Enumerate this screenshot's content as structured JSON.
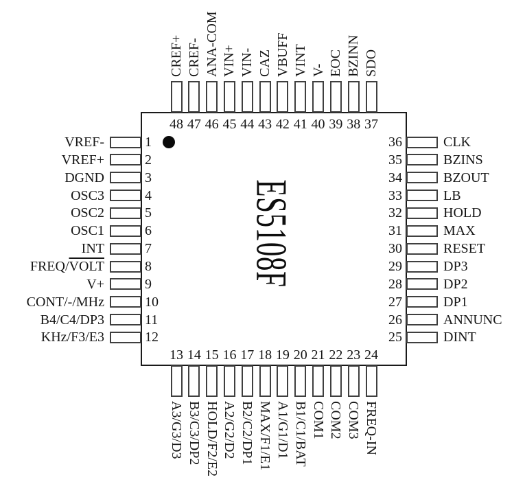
{
  "chip": {
    "name": "ES5108F"
  },
  "pin1_marker": "filled-dot",
  "colors": {
    "ink": "#161616",
    "background": "#ffffff"
  },
  "pins": {
    "top": [
      {
        "num": 48,
        "label": "CREF+"
      },
      {
        "num": 47,
        "label": "CREF-"
      },
      {
        "num": 46,
        "label": "ANA-COM"
      },
      {
        "num": 45,
        "label": "VIN+"
      },
      {
        "num": 44,
        "label": "VIN-"
      },
      {
        "num": 43,
        "label": "CAZ"
      },
      {
        "num": 42,
        "label": "VBUFF"
      },
      {
        "num": 41,
        "label": "VINT"
      },
      {
        "num": 40,
        "label": "V-"
      },
      {
        "num": 39,
        "label": "EOC"
      },
      {
        "num": 38,
        "label": "BZINN"
      },
      {
        "num": 37,
        "label": "SDO"
      }
    ],
    "left": [
      {
        "num": 1,
        "label": "VREF-"
      },
      {
        "num": 2,
        "label": "VREF+"
      },
      {
        "num": 3,
        "label": "DGND"
      },
      {
        "num": 4,
        "label": "OSC3"
      },
      {
        "num": 5,
        "label": "OSC2"
      },
      {
        "num": 6,
        "label": "OSC1"
      },
      {
        "num": 7,
        "label": "INT"
      },
      {
        "num": 8,
        "label_prefix": "FREQ/",
        "label_overline": "VOLT"
      },
      {
        "num": 9,
        "label": "V+"
      },
      {
        "num": 10,
        "label": "CONT/-/MHz"
      },
      {
        "num": 11,
        "label": "B4/C4/DP3"
      },
      {
        "num": 12,
        "label": "KHz/F3/E3"
      }
    ],
    "right": [
      {
        "num": 36,
        "label": "CLK"
      },
      {
        "num": 35,
        "label": "BZINS"
      },
      {
        "num": 34,
        "label": "BZOUT"
      },
      {
        "num": 33,
        "label": "LB"
      },
      {
        "num": 32,
        "label": "HOLD"
      },
      {
        "num": 31,
        "label": "MAX"
      },
      {
        "num": 30,
        "label": "RESET"
      },
      {
        "num": 29,
        "label": "DP3"
      },
      {
        "num": 28,
        "label": "DP2"
      },
      {
        "num": 27,
        "label": "DP1"
      },
      {
        "num": 26,
        "label": "ANNUNC"
      },
      {
        "num": 25,
        "label": "DINT"
      }
    ],
    "bottom": [
      {
        "num": 13,
        "label": "A3/G3/D3"
      },
      {
        "num": 14,
        "label": "B3/C3/DP2"
      },
      {
        "num": 15,
        "label": "HOLD/F2/E2"
      },
      {
        "num": 16,
        "label": "A2/G2/D2"
      },
      {
        "num": 17,
        "label": "B2/C2/DP1"
      },
      {
        "num": 18,
        "label": "MAX/F1/E1"
      },
      {
        "num": 19,
        "label": "A1/G1/D1"
      },
      {
        "num": 20,
        "label": "B1/C1/BAT"
      },
      {
        "num": 21,
        "label": "COM1"
      },
      {
        "num": 22,
        "label": "COM2"
      },
      {
        "num": 23,
        "label": "COM3"
      },
      {
        "num": 24,
        "label": "FREQ-IN"
      }
    ]
  }
}
